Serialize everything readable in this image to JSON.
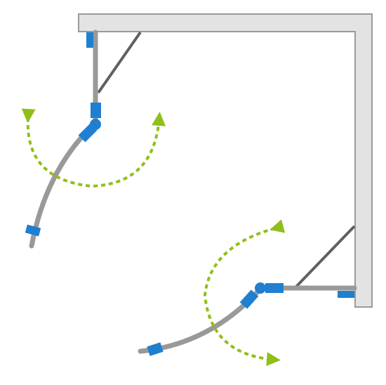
{
  "diagram": {
    "type": "shower-enclosure-plan",
    "wall_color": "#e3e3e3",
    "wall_stroke": "#9a9a9a",
    "panel_color": "#999999",
    "brace_color": "#606060",
    "hinge_color": "#1f7fd0",
    "swing_arrow_color": "#8fbf1a",
    "icons": [
      "wall",
      "fixed-panel",
      "curved-door",
      "hinge",
      "stabilizer-bar",
      "swing-arrow"
    ]
  }
}
